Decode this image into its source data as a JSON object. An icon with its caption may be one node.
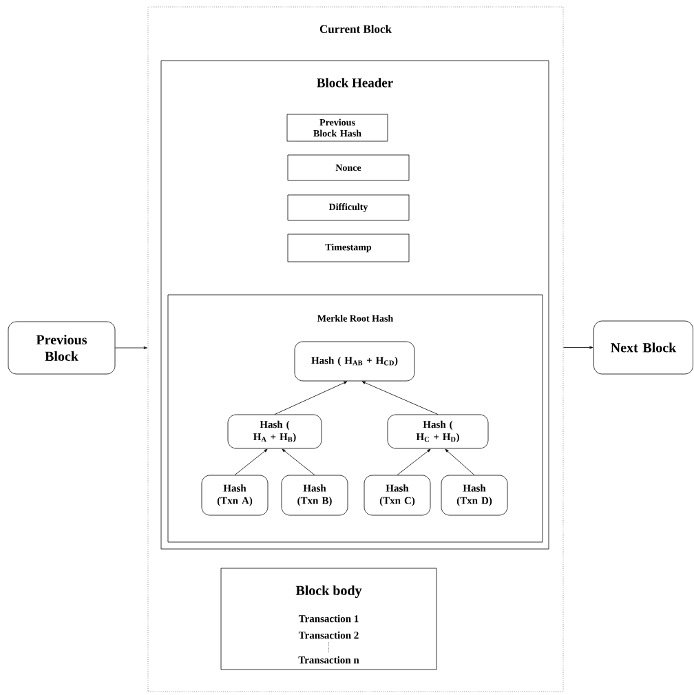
{
  "diagram": {
    "nodes": [
      {
        "text": [
          "Previous Block"
        ]
      },
      {
        "text": [
          "Current Block"
        ]
      },
      {
        "text": [
          "Block Header"
        ],
        "in": 1
      },
      {
        "text": [
          "Previous Block Hash"
        ],
        "in": 2
      },
      {
        "text": [
          "Nonce"
        ],
        "in": 2
      },
      {
        "text": [
          "Difficulty"
        ],
        "in": 2
      },
      {
        "text": [
          "Timestamp"
        ],
        "in": 2
      },
      {
        "text": [
          "Merkle Root Hash"
        ],
        "in": 2
      },
      {
        "text": [
          "Hash ( H$_{AB}$ + H$_{CD}$)"
        ],
        "in": 7
      },
      {
        "text": [
          "Hash ( H$_{A}$ + H$_{B}$)"
        ],
        "in": 7
      },
      {
        "text": [
          "Hash ( H$_{C}$ + H$_{D}$)"
        ],
        "in": 7
      },
      {
        "text": [
          "Hash (Txn A)"
        ],
        "in": 7
      },
      {
        "text": [
          "Hash (Txn B)"
        ],
        "in": 7
      },
      {
        "text": [
          "Hash (Txn C)"
        ],
        "in": 7
      },
      {
        "text": [
          "Hash (Txn D)"
        ],
        "in": 7
      },
      {
        "text": [
          "Block body",
          "Transaction 1",
          "Transaction 2",
          "Transaction n"
        ],
        "in": 1
      },
      {
        "text": [
          "Next Block"
        ]
      }
    ],
    "edges": [
      {
        "from": 0,
        "to": 1,
        "arrow": "to"
      },
      {
        "from": 1,
        "to": 16,
        "arrow": "to"
      },
      {
        "from": 9,
        "to": 8,
        "arrow": "to"
      },
      {
        "from": 10,
        "to": 8,
        "arrow": "to"
      },
      {
        "from": 11,
        "to": 9,
        "arrow": "to"
      },
      {
        "from": 12,
        "to": 9,
        "arrow": "to"
      },
      {
        "from": 13,
        "to": 10,
        "arrow": "to"
      },
      {
        "from": 14,
        "to": 10,
        "arrow": "to"
      }
    ]
  }
}
